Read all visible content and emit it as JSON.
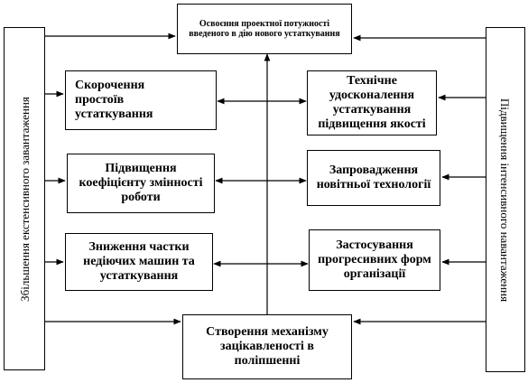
{
  "top_box": {
    "text": "Освоєння проектної потужності введеного в дію нового устаткування"
  },
  "bottom_box": {
    "text": "Створення механізму зацікавленості в поліпшенні"
  },
  "left_box": {
    "text": "Збільшення екстенсивного завантаження"
  },
  "right_box": {
    "text": "Підвищення інтенсивного навантаження"
  },
  "left_column": [
    {
      "text": "Скорочення простоїв устаткування"
    },
    {
      "text": "Підвищення коефіцієнту змінності роботи"
    },
    {
      "text": "Зниження частки недіючих машин та устаткування"
    }
  ],
  "right_column": [
    {
      "text": "Технічне удосконалення устаткування підвищення якості"
    },
    {
      "text": "Запровадження новітньої технології"
    },
    {
      "text": "Застосування прогресивних форм організації"
    }
  ]
}
